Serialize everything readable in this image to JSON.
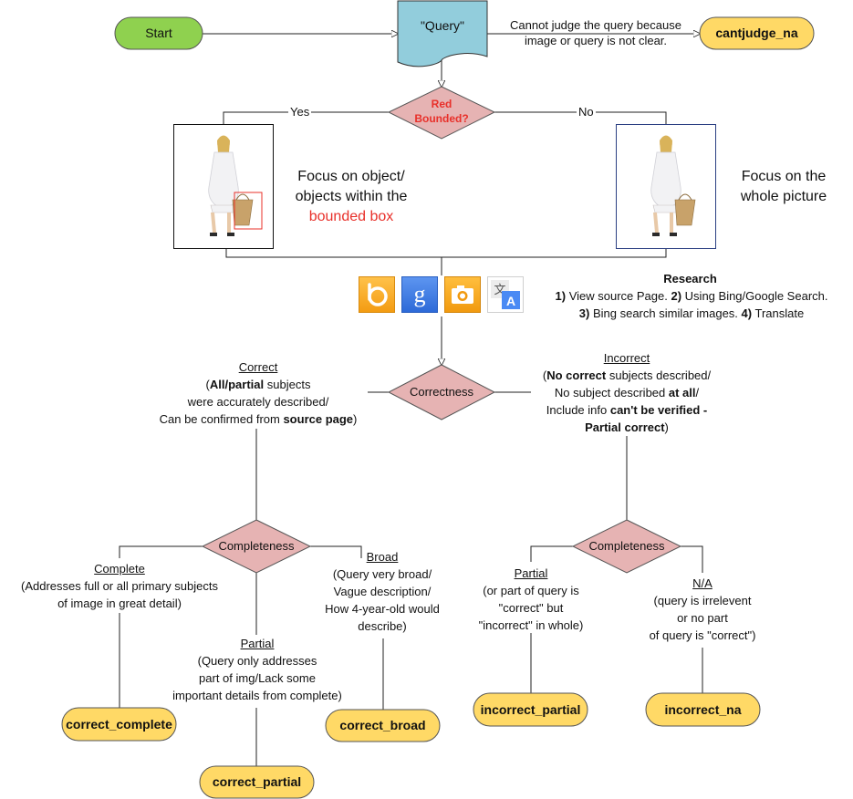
{
  "colors": {
    "terminal_green": "#8fd14f",
    "terminal_yellow": "#ffd966",
    "decision_pink": "#e6b3b3",
    "document_blue": "#92cddc",
    "red_text": "#e8302a",
    "bing_orange": "#f6a623",
    "google_blue": "#3b78e7",
    "camera_orange": "#f5a31a",
    "translate_blue": "#4a8af4"
  },
  "nodes": {
    "start": "Start",
    "query": "\"Query\"",
    "cantjudge": "cantjudge_na",
    "cantjudge_note": [
      "Cannot judge the query because",
      "image or query is not clear."
    ],
    "red_bounded": [
      "Red",
      "Bounded?"
    ],
    "correctness": "Correctness",
    "completeness_left": "Completeness",
    "completeness_right": "Completeness",
    "correct_complete": "correct_complete",
    "correct_partial": "correct_partial",
    "correct_broad": "correct_broad",
    "incorrect_partial": "incorrect_partial",
    "incorrect_na": "incorrect_na"
  },
  "edges": {
    "yes": "Yes",
    "no": "No"
  },
  "focus": {
    "object": {
      "line1": "Focus on object/",
      "line2": "objects within the",
      "line3": "bounded box"
    },
    "whole": {
      "line1": "Focus on the",
      "line2": "whole picture"
    }
  },
  "research": {
    "title": "Research",
    "line1_num1": "1)",
    "line1_text1": "View source Page.",
    "line1_num2": "2)",
    "line1_text2": "Using Bing/Google Search.",
    "line2_num1": "3)",
    "line2_text1": "Bing search similar images.",
    "line2_num2": "4)",
    "line2_text2": "Translate",
    "icons": [
      "bing-icon",
      "google-icon",
      "camera-icon",
      "translate-icon"
    ]
  },
  "correct_desc": {
    "title": "Correct",
    "l1_open": "(",
    "l1_bold": "All/partial",
    "l1_rest": " subjects",
    "l2": "were accurately described/",
    "l3_text": "Can be confirmed from ",
    "l3_bold": "source page",
    "l3_close": ")"
  },
  "incorrect_desc": {
    "title": "Incorrect",
    "l1_open": "(",
    "l1_bold": "No correct",
    "l1_rest": " subjects described/",
    "l2_text": "No subject described ",
    "l2_bold": "at all",
    "l2_close": "/",
    "l3_text": "Include info ",
    "l3_bold": "can't be verified -",
    "l4_bold": "Partial correct",
    "l4_close": ")"
  },
  "complete_desc": {
    "title": "Complete",
    "lines": [
      "(Addresses full or all primary subjects",
      "of image in great detail)"
    ]
  },
  "partial_left_desc": {
    "title": "Partial",
    "lines": [
      "(Query only addresses",
      "part of img/Lack some",
      "important details from complete)"
    ]
  },
  "broad_desc": {
    "title": "Broad",
    "lines": [
      "(Query very broad/",
      "Vague description/",
      "How 4-year-old would",
      "describe)"
    ]
  },
  "partial_right_desc": {
    "title": "Partial",
    "lines": [
      "(or part of query is",
      "\"correct\" but",
      "\"incorrect\" in whole)"
    ]
  },
  "na_desc": {
    "title": "N/A",
    "lines": [
      "(query is irrelevent",
      "or no part",
      "of query is \"correct\")"
    ]
  }
}
